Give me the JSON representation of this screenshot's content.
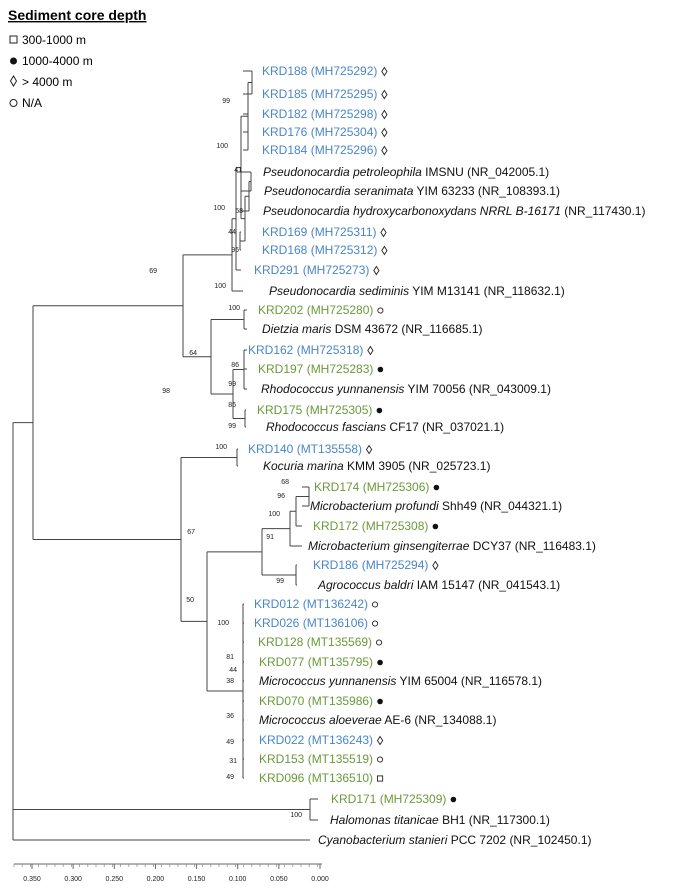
{
  "legend": {
    "title": "Sediment core depth",
    "items": [
      {
        "symbol": "square-open",
        "label": "300-1000 m"
      },
      {
        "symbol": "circle-filled",
        "label": "1000-4000 m"
      },
      {
        "symbol": "diamond-open",
        "label": "> 4000 m"
      },
      {
        "symbol": "circle-open",
        "label": "N/A"
      }
    ]
  },
  "colors": {
    "blue_isolate": "#4a86c8",
    "green_isolate": "#6a9a3a",
    "reference": "#111111",
    "branch": "#444444"
  },
  "scale_axis": {
    "ticks": [
      "0.350",
      "0.300",
      "0.250",
      "0.200",
      "0.150",
      "0.100",
      "0.050",
      "0.000"
    ]
  },
  "tips": [
    {
      "id": "t1",
      "italic": "",
      "text": "KRD188 (MH725292)",
      "color": "blue",
      "symbol": "diamond-open"
    },
    {
      "id": "t2",
      "italic": "",
      "text": "KRD185 (MH725295)",
      "color": "blue",
      "symbol": "diamond-open"
    },
    {
      "id": "t3",
      "italic": "",
      "text": "KRD182 (MH725298)",
      "color": "blue",
      "symbol": "diamond-open"
    },
    {
      "id": "t4",
      "italic": "",
      "text": "KRD176 (MH725304)",
      "color": "blue",
      "symbol": "diamond-open"
    },
    {
      "id": "t5",
      "italic": "",
      "text": "KRD184 (MH725296)",
      "color": "blue",
      "symbol": "diamond-open"
    },
    {
      "id": "t6",
      "italic": "Pseudonocardia petroleophila",
      "text": " IMSNU  (NR_042005.1)",
      "color": "ref",
      "symbol": ""
    },
    {
      "id": "t7",
      "italic": "Pseudonocardia seranimata",
      "text": " YIM 63233 (NR_108393.1)",
      "color": "ref",
      "symbol": ""
    },
    {
      "id": "t8",
      "italic": "Pseudonocardia hydroxycarbonoxydans NRRL B-16171",
      "text": " (NR_117430.1)",
      "color": "ref",
      "symbol": ""
    },
    {
      "id": "t9",
      "italic": "",
      "text": "KRD169 (MH725311)",
      "color": "blue",
      "symbol": "diamond-open"
    },
    {
      "id": "t10",
      "italic": "",
      "text": "KRD168 (MH725312)",
      "color": "blue",
      "symbol": "diamond-open"
    },
    {
      "id": "t11",
      "italic": "",
      "text": "KRD291 (MH725273)",
      "color": "blue",
      "symbol": "diamond-open"
    },
    {
      "id": "t12",
      "italic": "Pseudonocardia sediminis",
      "text": " YIM  M13141 (NR_118632.1)",
      "color": "ref",
      "symbol": ""
    },
    {
      "id": "t13",
      "italic": "",
      "text": "KRD202 (MH725280)",
      "color": "green",
      "symbol": "circle-open"
    },
    {
      "id": "t14",
      "italic": "Dietzia maris",
      "text": " DSM  43672 (NR_116685.1)",
      "color": "ref",
      "symbol": ""
    },
    {
      "id": "t15",
      "italic": "",
      "text": "KRD162 (MH725318)",
      "color": "blue",
      "symbol": "diamond-open"
    },
    {
      "id": "t16",
      "italic": "",
      "text": "KRD197 (MH725283)",
      "color": "green",
      "symbol": "circle-filled"
    },
    {
      "id": "t17",
      "italic": "Rhodococcus yunnanensis",
      "text": " YIM  70056 (NR_043009.1)",
      "color": "ref",
      "symbol": ""
    },
    {
      "id": "t18",
      "italic": "",
      "text": "KRD175 (MH725305)",
      "color": "green",
      "symbol": "circle-filled"
    },
    {
      "id": "t19",
      "italic": "Rhodococcus fascians",
      "text": " CF17 (NR_037021.1)",
      "color": "ref",
      "symbol": ""
    },
    {
      "id": "t20",
      "italic": "",
      "text": "KRD140 (MT135558)",
      "color": "blue",
      "symbol": "diamond-open"
    },
    {
      "id": "t21",
      "italic": "Kocuria marina",
      "text": " KMM  3905 (NR_025723.1)",
      "color": "ref",
      "symbol": ""
    },
    {
      "id": "t22",
      "italic": "",
      "text": "KRD174 (MH725306)",
      "color": "green",
      "symbol": "circle-filled"
    },
    {
      "id": "t23",
      "italic": "Microbacterium profundi",
      "text": "  Shh49 (NR_044321.1)",
      "color": "ref",
      "symbol": ""
    },
    {
      "id": "t24",
      "italic": "",
      "text": "KRD172 (MH725308)",
      "color": "green",
      "symbol": "circle-filled"
    },
    {
      "id": "t25",
      "italic": "Microbacterium ginsengiterrae",
      "text": " DCY37 (NR_116483.1)",
      "color": "ref",
      "symbol": ""
    },
    {
      "id": "t26",
      "italic": "",
      "text": "KRD186 (MH725294)",
      "color": "blue",
      "symbol": "diamond-open"
    },
    {
      "id": "t27",
      "italic": "Agrococcus baldri",
      "text": " IAM  15147 (NR_041543.1)",
      "color": "ref",
      "symbol": ""
    },
    {
      "id": "t28",
      "italic": "",
      "text": "KRD012 (MT136242)",
      "color": "blue",
      "symbol": "circle-open"
    },
    {
      "id": "t29",
      "italic": "",
      "text": "KRD026 (MT136106)",
      "color": "blue",
      "symbol": "circle-open"
    },
    {
      "id": "t30",
      "italic": "",
      "text": "KRD128 (MT135569)",
      "color": "green",
      "symbol": "circle-open"
    },
    {
      "id": "t31",
      "italic": "",
      "text": "KRD077 (MT135795)",
      "color": "green",
      "symbol": "circle-filled"
    },
    {
      "id": "t32",
      "italic": "Micrococcus yunnanensis",
      "text": " YIM 65004 (NR_116578.1)",
      "color": "ref",
      "symbol": ""
    },
    {
      "id": "t33",
      "italic": "",
      "text": "KRD070 (MT135986)",
      "color": "green",
      "symbol": "circle-filled"
    },
    {
      "id": "t34",
      "italic": "Micrococcus aloeverae",
      "text": " AE-6 (NR_134088.1)",
      "color": "ref",
      "symbol": ""
    },
    {
      "id": "t35",
      "italic": "",
      "text": "KRD022 (MT136243)",
      "color": "blue",
      "symbol": "diamond-open"
    },
    {
      "id": "t36",
      "italic": "",
      "text": "KRD153 (MT135519)",
      "color": "green",
      "symbol": "circle-open"
    },
    {
      "id": "t37",
      "italic": "",
      "text": "KRD096 (MT136510)",
      "color": "green",
      "symbol": "square-open"
    },
    {
      "id": "t38",
      "italic": "",
      "text": "KRD171 (MH725309)",
      "color": "green",
      "symbol": "circle-filled"
    },
    {
      "id": "t39",
      "italic": "Halomonas titanicae",
      "text": " BH1 (NR_117300.1)",
      "color": "ref",
      "symbol": ""
    },
    {
      "id": "t40",
      "italic": "Cyanobacterium stanieri",
      "text": " PCC 7202 (NR_102450.1)",
      "color": "ref",
      "symbol": ""
    }
  ],
  "bootstrap": [
    {
      "id": "b1",
      "value": "99"
    },
    {
      "id": "b2",
      "value": "100"
    },
    {
      "id": "b3",
      "value": "41"
    },
    {
      "id": "b4",
      "value": "58"
    },
    {
      "id": "b5",
      "value": "44"
    },
    {
      "id": "b6",
      "value": "96"
    },
    {
      "id": "b7",
      "value": "100"
    },
    {
      "id": "b8",
      "value": "100"
    },
    {
      "id": "b9",
      "value": "69"
    },
    {
      "id": "b10",
      "value": "100"
    },
    {
      "id": "b11",
      "value": "64"
    },
    {
      "id": "b12",
      "value": "86"
    },
    {
      "id": "b13",
      "value": "99"
    },
    {
      "id": "b14",
      "value": "86"
    },
    {
      "id": "b15",
      "value": "99"
    },
    {
      "id": "b16",
      "value": "98"
    },
    {
      "id": "b17",
      "value": "100"
    },
    {
      "id": "b18",
      "value": "68"
    },
    {
      "id": "b19",
      "value": "96"
    },
    {
      "id": "b20",
      "value": "100"
    },
    {
      "id": "b21",
      "value": "91"
    },
    {
      "id": "b22",
      "value": "99"
    },
    {
      "id": "b23",
      "value": "67"
    },
    {
      "id": "b24",
      "value": "50"
    },
    {
      "id": "b25",
      "value": "100"
    },
    {
      "id": "b26",
      "value": "81"
    },
    {
      "id": "b27",
      "value": "44"
    },
    {
      "id": "b28",
      "value": "38"
    },
    {
      "id": "b29",
      "value": "36"
    },
    {
      "id": "b30",
      "value": "49"
    },
    {
      "id": "b31",
      "value": "31"
    },
    {
      "id": "b32",
      "value": "49"
    },
    {
      "id": "b33",
      "value": "100"
    }
  ]
}
